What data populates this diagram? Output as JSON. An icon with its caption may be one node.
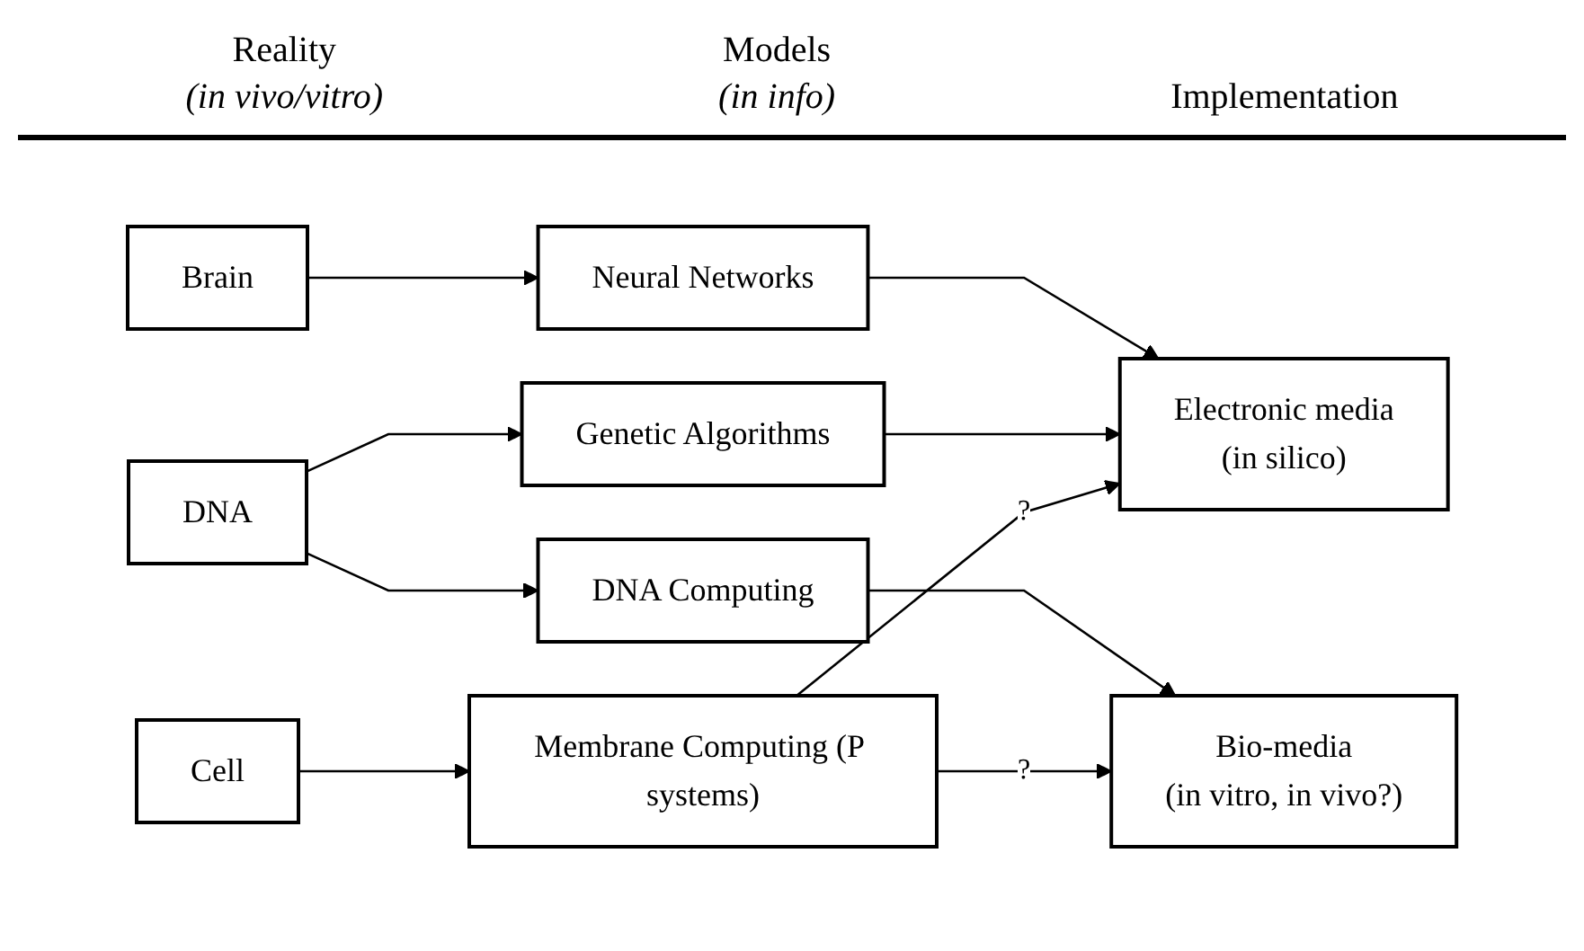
{
  "diagram": {
    "nodes": [
      {
        "text": [
          "Brain"
        ]
      },
      {
        "text": [
          "DNA"
        ]
      },
      {
        "text": [
          "Cell"
        ]
      },
      {
        "text": [
          "Neural Networks"
        ]
      },
      {
        "text": [
          "Genetic Algorithms"
        ]
      },
      {
        "text": [
          "DNA Computing"
        ]
      },
      {
        "text": [
          "Membrane Computing (P systems)"
        ]
      },
      {
        "text": [
          "Electronic media",
          "(in silico)"
        ]
      },
      {
        "text": [
          "Bio-media",
          "(in vitro, in vivo?)"
        ]
      }
    ],
    "edges": [
      {
        "from": 0,
        "to": 3,
        "arrow": "to"
      },
      {
        "from": 1,
        "to": 4,
        "arrow": "to"
      },
      {
        "from": 1,
        "to": 5,
        "arrow": "to"
      },
      {
        "from": 2,
        "to": 6,
        "arrow": "to"
      },
      {
        "from": 3,
        "to": 7,
        "arrow": "to"
      },
      {
        "from": 4,
        "to": 7,
        "arrow": "to"
      },
      {
        "from": 5,
        "to": 8,
        "arrow": "to"
      },
      {
        "from": 6,
        "to": 7,
        "label": "?",
        "arrow": "to"
      },
      {
        "from": 6,
        "to": 8,
        "label": "?",
        "arrow": "to"
      }
    ],
    "labels": [
      "Reality",
      "(in vivo/vitro)",
      "Models",
      "(in info)",
      "Implementation"
    ]
  }
}
